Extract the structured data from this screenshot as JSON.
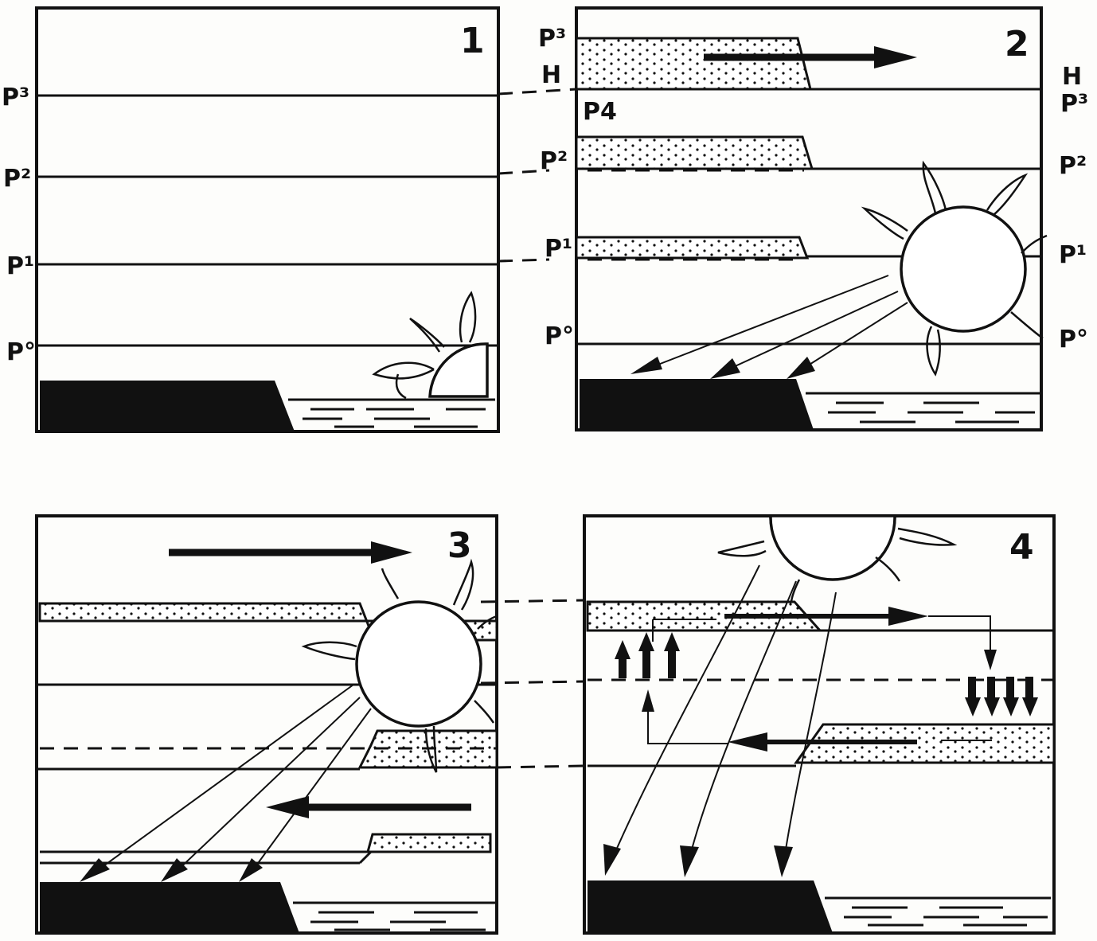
{
  "panels": [
    {
      "number": "1",
      "labels": [
        "P³",
        "P²",
        "P¹",
        "P°"
      ]
    },
    {
      "number": "2",
      "left_labels": [
        "P³",
        "H",
        "P4",
        "P²",
        "P¹",
        "P°"
      ],
      "right_labels": [
        "H",
        "P³",
        "P²",
        "P¹",
        "P°"
      ]
    },
    {
      "number": "3"
    },
    {
      "number": "4"
    }
  ]
}
